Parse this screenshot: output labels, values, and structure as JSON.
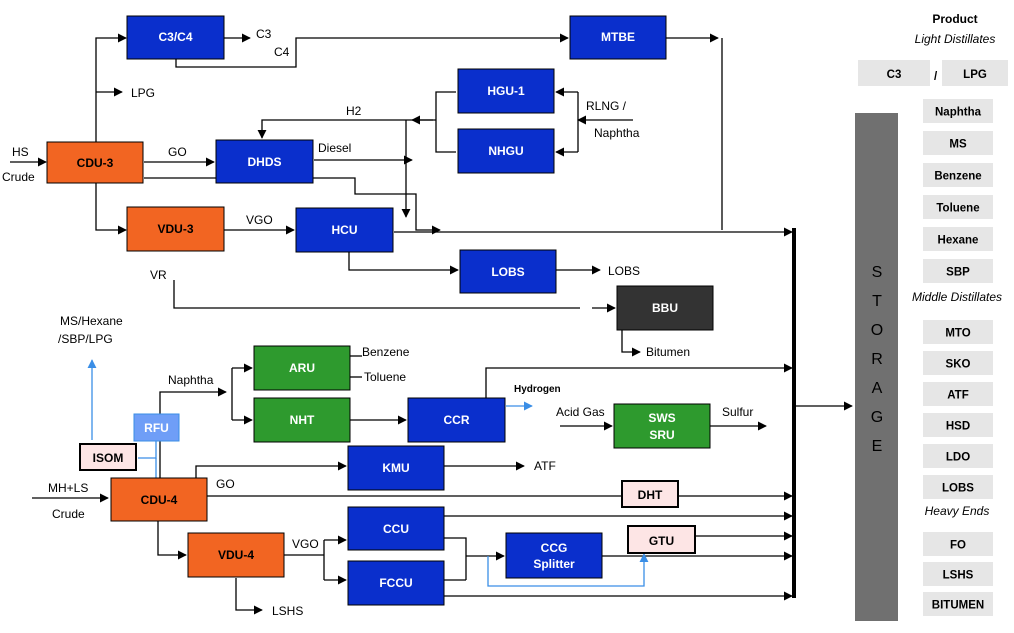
{
  "colors": {
    "blue_unit": "#0a2fcc",
    "orange_unit": "#f26522",
    "green_unit": "#2e9a2e",
    "dark_unit": "#333333",
    "lightblue_unit": "#6f9ef7",
    "pink_unit": "#fde5e5",
    "product_box": "#e6e6e6",
    "storage": "#707070",
    "blue_line": "#3a8ee6"
  },
  "units": {
    "c3c4": "C3/C4",
    "mtbe": "MTBE",
    "hgu1": "HGU-1",
    "nhgu": "NHGU",
    "cdu3": "CDU-3",
    "dhds": "DHDS",
    "vdu3": "VDU-3",
    "hcu": "HCU",
    "lobs": "LOBS",
    "bbu": "BBU",
    "aru": "ARU",
    "nht": "NHT",
    "ccr": "CCR",
    "sws_line1": "SWS",
    "sws_line2": "SRU",
    "rfu": "RFU",
    "isom": "ISOM",
    "kmu": "KMU",
    "cdu4": "CDU-4",
    "dht": "DHT",
    "ccu": "CCU",
    "vdu4": "VDU-4",
    "ccg_line1": "CCG",
    "ccg_line2": "Splitter",
    "gtu": "GTU",
    "fccu": "FCCU"
  },
  "flows": {
    "c3": "C3",
    "c4": "C4",
    "lpg": "LPG",
    "h2": "H2",
    "rlng": "RLNG /",
    "naphtha_feed": "Naphtha",
    "hs": "HS",
    "crude_top": "Crude",
    "go_top": "GO",
    "diesel": "Diesel",
    "vgo_top": "VGO",
    "vr": "VR",
    "lobs": "LOBS",
    "bitumen": "Bitumen",
    "ms_hexane": "MS/Hexane",
    "sbp_lpg": "/SBP/LPG",
    "naphtha": "Naphtha",
    "benzene": "Benzene",
    "toluene": "Toluene",
    "hydrogen": "Hydrogen",
    "acid_gas": "Acid Gas",
    "sulfur": "Sulfur",
    "atf": "ATF",
    "mh_ls": "MH+LS",
    "crude_bottom": "Crude",
    "go_bottom": "GO",
    "vgo_bottom": "VGO",
    "lshs": "LSHS"
  },
  "storage_letters": [
    "S",
    "T",
    "O",
    "R",
    "A",
    "G",
    "E"
  ],
  "products": {
    "heading": "Product",
    "light_title": "Light Distillates",
    "c3": "C3",
    "slash": "/",
    "lpg": "LPG",
    "light_items": [
      "Naphtha",
      "MS",
      "Benzene",
      "Toluene",
      "Hexane",
      "SBP"
    ],
    "middle_title": "Middle Distillates",
    "middle_items": [
      "MTO",
      "SKO",
      "ATF",
      "HSD",
      "LDO",
      "LOBS"
    ],
    "heavy_title": "Heavy Ends",
    "heavy_items": [
      "FO",
      "LSHS",
      "BITUMEN"
    ]
  }
}
